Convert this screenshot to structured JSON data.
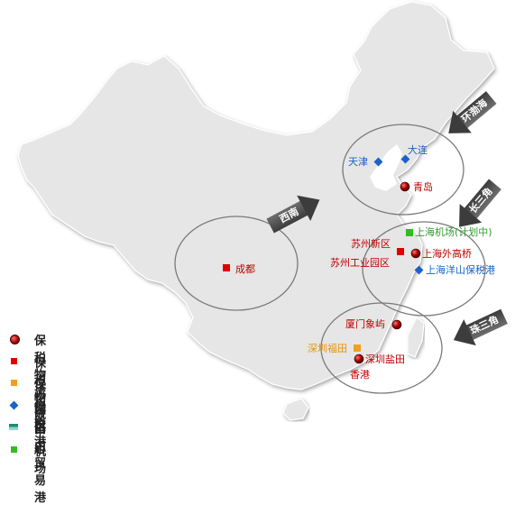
{
  "map": {
    "regions": [
      {
        "name": "环渤海"
      },
      {
        "name": "长三角"
      },
      {
        "name": "西南"
      },
      {
        "name": "珠三角"
      }
    ],
    "sites": [
      {
        "id": "tianjin",
        "label": "天津",
        "type": "bonded_port"
      },
      {
        "id": "dalian",
        "label": "大连",
        "type": "bonded_port"
      },
      {
        "id": "qingdao",
        "label": "青岛",
        "type": "bonded_logistics_park"
      },
      {
        "id": "chengdu",
        "label": "成都",
        "type": "bonded_logistics_center"
      },
      {
        "id": "suzhou_new",
        "label": "苏州新区",
        "type": "bonded_logistics_center"
      },
      {
        "id": "suzhou_ind",
        "label": "苏州工业园区",
        "type": "bonded_logistics_center"
      },
      {
        "id": "sh_airport",
        "label": "上海机场(计划中)",
        "type": "airport"
      },
      {
        "id": "sh_waigaoqiao",
        "label": "上海外高桥",
        "type": "bonded_logistics_park"
      },
      {
        "id": "sh_yangshan",
        "label": "上海洋山保税港",
        "type": "bonded_port"
      },
      {
        "id": "xiamen",
        "label": "厦门象屿",
        "type": "bonded_logistics_park"
      },
      {
        "id": "sz_futian",
        "label": "深圳福田",
        "type": "bonded_zone"
      },
      {
        "id": "sz_yantian",
        "label": "深圳盐田",
        "type": "bonded_logistics_park"
      },
      {
        "id": "hongkong",
        "label": "香港",
        "type": "city"
      }
    ]
  },
  "legend": [
    {
      "symbol": "bonded_logistics_park",
      "label": "保税物流园区"
    },
    {
      "symbol": "bonded_logistics_center",
      "label": "保税物流中心"
    },
    {
      "symbol": "bonded_zone",
      "label": "保税区"
    },
    {
      "symbol": "bonded_port",
      "label": "保税港"
    },
    {
      "symbol": "free_trade_port",
      "label": "自由贸易港"
    },
    {
      "symbol": "airport",
      "label": "机场"
    }
  ],
  "colors": {
    "land": "#e6e6e6",
    "border": "#ffffff",
    "circle": "#7a7a7a",
    "park": "#b00000",
    "center": "#e00000",
    "zone": "#f0a020",
    "port": "#1a62c8",
    "airport": "#33bb22"
  }
}
